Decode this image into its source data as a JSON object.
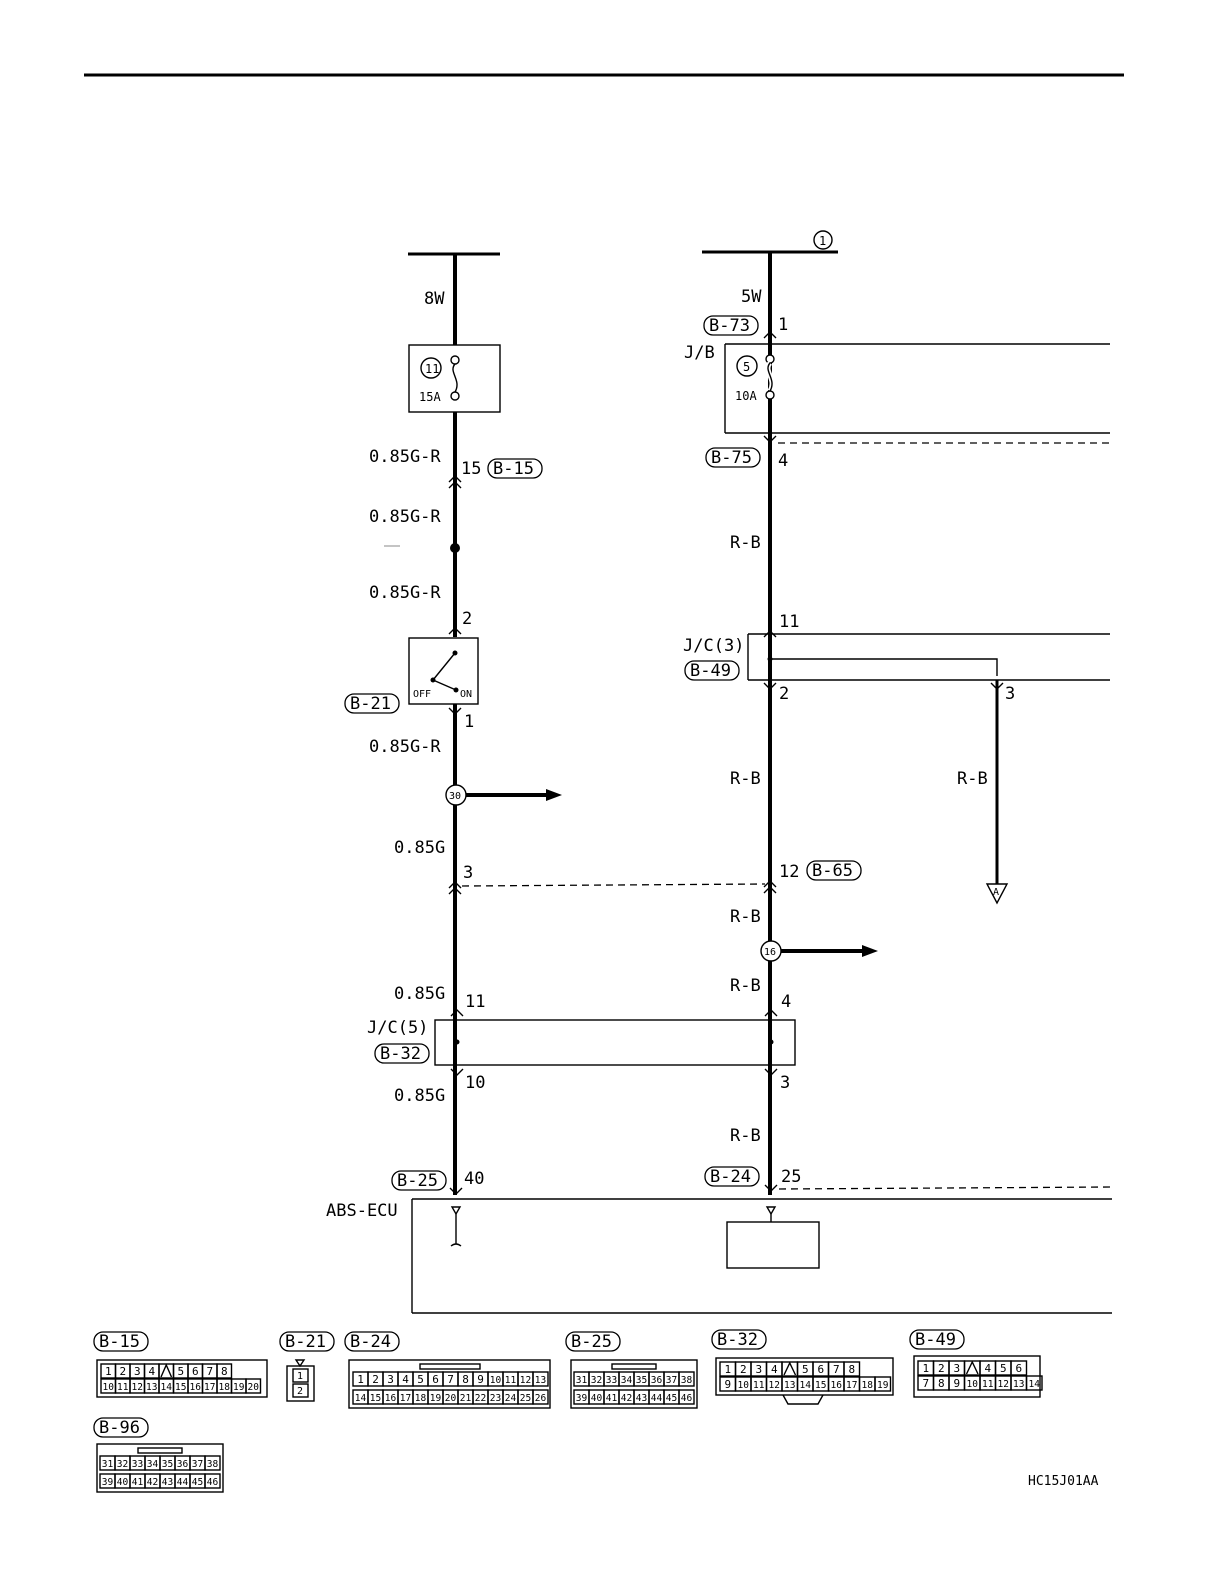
{
  "wires": {
    "w_8w": "8W",
    "w_5w": "5W",
    "w_g1": "0.85G-R",
    "w_g2": "0.85G-R",
    "w_g3": "0.85G-R",
    "w_g4": "0.85G-R",
    "w_g5": "0.85G",
    "w_g6": "0.85G",
    "w_g7": "0.85G",
    "w_rb1": "R-B",
    "w_rb2": "R-B",
    "w_rb3": "R-B",
    "w_rb4": "R-B",
    "w_rb5": "R-B",
    "w_rb6": "R-B"
  },
  "connectors": {
    "b73": "B-73",
    "b75": "B-75",
    "b15": "B-15",
    "b21": "B-21",
    "b49": "B-49",
    "b65": "B-65",
    "b32": "B-32",
    "b25": "B-25",
    "b24": "B-24"
  },
  "pins": {
    "p1_b73": "1",
    "p4_b75": "4",
    "p15": "15",
    "p2_sw": "2",
    "p1_sw": "1",
    "p11_jc3": "11",
    "p2_jc3": "2",
    "p3_jc3": "3",
    "p3_g": "3",
    "p12": "12",
    "p11_jc5": "11",
    "p10_jc5": "10",
    "p4_jc5": "4",
    "p3_jc5": "3",
    "p40": "40",
    "p25": "25"
  },
  "components": {
    "jb": "J/B",
    "jc3": "J/C(3)",
    "jc5": "J/C(5)",
    "abs_ecu": "ABS-ECU",
    "fuse11_num": "11",
    "fuse11_rating": "15A",
    "fuse5_num": "5",
    "fuse5_rating": "10A",
    "sw_off": "OFF",
    "sw_on": "ON",
    "circle1": "1",
    "node30": "30",
    "node16": "16",
    "arrow_a": "A"
  },
  "connector_views": {
    "b15": {
      "label": "B-15",
      "row1": [
        "1",
        "2",
        "3",
        "4",
        "",
        "5",
        "6",
        "7",
        "8"
      ],
      "row2": [
        "10",
        "11",
        "12",
        "13",
        "14",
        "15",
        "16",
        "17",
        "18",
        "19",
        "20"
      ]
    },
    "b21": {
      "label": "B-21",
      "pins": [
        "1",
        "2"
      ]
    },
    "b24": {
      "label": "B-24",
      "row1": [
        "1",
        "2",
        "3",
        "4",
        "5",
        "6",
        "7",
        "8",
        "9",
        "10",
        "11",
        "12",
        "13"
      ],
      "row2": [
        "14",
        "15",
        "16",
        "17",
        "18",
        "19",
        "20",
        "21",
        "22",
        "23",
        "24",
        "25",
        "26"
      ]
    },
    "b25": {
      "label": "B-25",
      "row1": [
        "31",
        "32",
        "33",
        "34",
        "35",
        "36",
        "37",
        "38"
      ],
      "row2": [
        "39",
        "40",
        "41",
        "42",
        "43",
        "44",
        "45",
        "46"
      ]
    },
    "b32": {
      "label": "B-32",
      "row1": [
        "1",
        "2",
        "3",
        "4",
        "",
        "5",
        "6",
        "7",
        "8"
      ],
      "row2": [
        "9",
        "10",
        "11",
        "12",
        "13",
        "14",
        "15",
        "16",
        "17",
        "18",
        "19"
      ]
    },
    "b49": {
      "label": "B-49",
      "row1": [
        "1",
        "2",
        "3",
        "",
        "4",
        "5",
        "6"
      ],
      "row2": [
        "7",
        "8",
        "9",
        "10",
        "11",
        "12",
        "13",
        "14"
      ]
    },
    "b96": {
      "label": "B-96",
      "row1": [
        "31",
        "32",
        "33",
        "34",
        "35",
        "36",
        "37",
        "38"
      ],
      "row2": [
        "39",
        "40",
        "41",
        "42",
        "43",
        "44",
        "45",
        "46"
      ]
    }
  },
  "footer": {
    "code": "HC15J01AA"
  }
}
